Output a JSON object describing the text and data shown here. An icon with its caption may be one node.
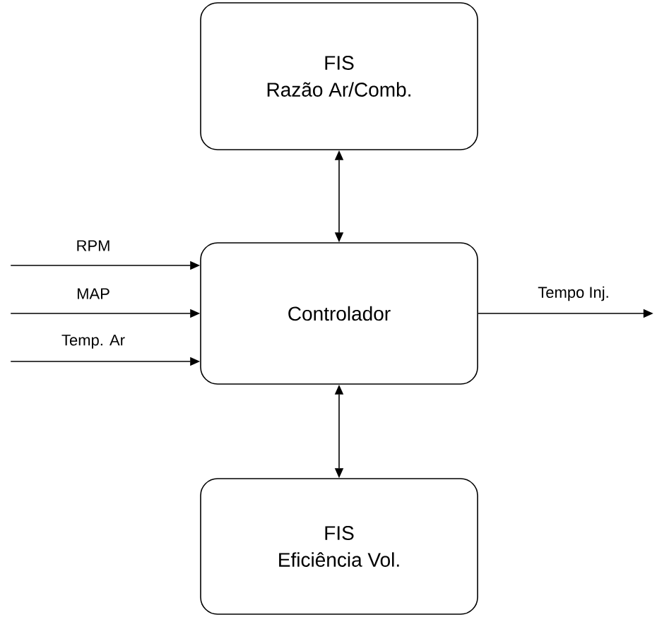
{
  "diagram": {
    "nodes": [
      {
        "text": [
          "FIS",
          "Razão Ar/Comb."
        ]
      },
      {
        "text": [
          "Controlador"
        ]
      },
      {
        "text": [
          "FIS",
          "Eficiência Vol."
        ]
      }
    ],
    "edges": [
      {
        "from": 0,
        "to": 1,
        "arrow": "both"
      },
      {
        "from": 1,
        "to": 2,
        "arrow": "both"
      },
      {
        "from": null,
        "to": 1,
        "arrow": "to",
        "label": "RPM"
      },
      {
        "from": null,
        "to": 1,
        "arrow": "to",
        "label": "MAP"
      },
      {
        "from": null,
        "to": 1,
        "arrow": "to",
        "label": "Temp. Ar"
      },
      {
        "from": 1,
        "to": null,
        "arrow": "to",
        "label": "Tempo Inj."
      }
    ]
  }
}
